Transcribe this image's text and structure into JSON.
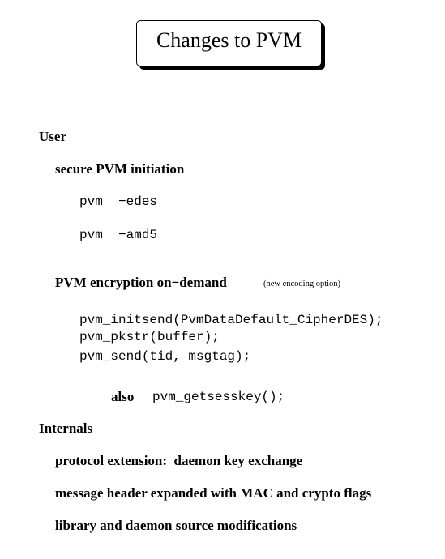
{
  "title": "Changes to PVM",
  "user": {
    "heading": "User",
    "secure_initiation": "secure PVM initiation",
    "cmd_edes": "pvm  −edes",
    "cmd_amd5": "pvm  −amd5",
    "encryption_heading": "PVM encryption on−demand",
    "encryption_note": "(new encoding option)",
    "code_lines": [
      "pvm_initsend(PvmDataDefault_CipherDES);",
      "pvm_pkstr(buffer);",
      "pvm_send(tid, msgtag);"
    ],
    "also_label": "also",
    "also_code": "pvm_getsesskey();"
  },
  "internals": {
    "heading": "Internals",
    "items": [
      "protocol extension:  daemon key exchange",
      "message header expanded with MAC and crypto flags",
      "library and daemon source modifications"
    ]
  }
}
